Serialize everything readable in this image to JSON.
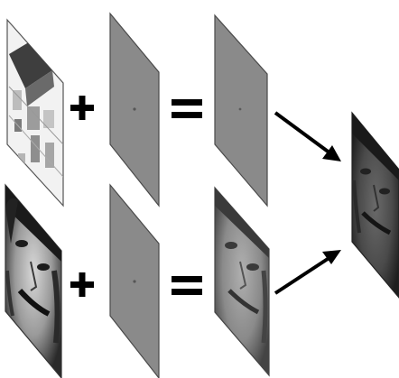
{
  "diagram": {
    "rows": [
      {
        "id": "top",
        "input_image": "house-image",
        "operators": [
          "+",
          "="
        ],
        "filter": "gray-filter-with-center-dot",
        "result": "gray-result-panel"
      },
      {
        "id": "bottom",
        "input_image": "face-image",
        "operators": [
          "+",
          "="
        ],
        "filter": "gray-filter-with-center-dot",
        "result": "filtered-face-panel"
      }
    ],
    "output": "hybrid-face-image",
    "colors": {
      "panel_gray": "#8a8a8a",
      "panel_edge": "#4a4a4a",
      "operator": "#000000",
      "arrow": "#000000"
    }
  }
}
